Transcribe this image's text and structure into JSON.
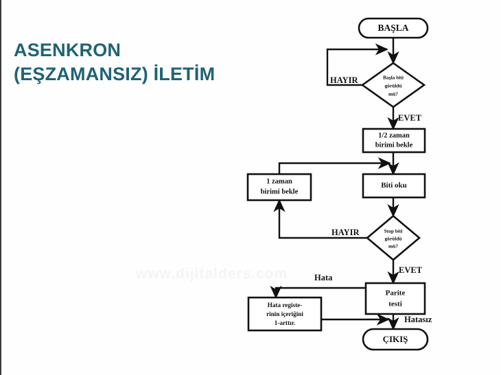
{
  "slide": {
    "title_line1": "ASENKRON",
    "title_line2": "(EŞZAMANSIZ) İLETİM",
    "title_color": "#1f6374",
    "background": "#fefefe",
    "watermark": "www.dijitalders.com"
  },
  "chart_data": {
    "type": "diagram",
    "title": "Asenkron (Eşzamansız) İletim akış şeması",
    "diagram_kind": "flowchart",
    "orientation": "top-to-bottom",
    "nodes": [
      {
        "id": "start",
        "shape": "terminator",
        "label": "BAŞLA"
      },
      {
        "id": "start_bit",
        "shape": "decision",
        "label": "Başla biti görüldü mü?"
      },
      {
        "id": "half_wait",
        "shape": "process",
        "label": "1/2 zaman birimi bekle"
      },
      {
        "id": "read_bit",
        "shape": "process",
        "label": "Biti oku"
      },
      {
        "id": "one_wait",
        "shape": "process",
        "label": "1 zaman birimi bekle"
      },
      {
        "id": "stop_bit",
        "shape": "decision",
        "label": "Stop biti görüldü mü?"
      },
      {
        "id": "parity",
        "shape": "process",
        "label": "Parite testi"
      },
      {
        "id": "err_reg",
        "shape": "process",
        "label": "Hata registerinin içeriğini 1-arttır."
      },
      {
        "id": "exit",
        "shape": "terminator",
        "label": "ÇIKIŞ"
      }
    ],
    "edges": [
      {
        "from": "start",
        "to": "start_bit",
        "label": ""
      },
      {
        "from": "start_bit",
        "to": "start_bit",
        "label": "HAYIR"
      },
      {
        "from": "start_bit",
        "to": "half_wait",
        "label": "EVET"
      },
      {
        "from": "half_wait",
        "to": "read_bit",
        "label": ""
      },
      {
        "from": "read_bit",
        "to": "stop_bit",
        "label": ""
      },
      {
        "from": "stop_bit",
        "to": "one_wait",
        "label": "HAYIR"
      },
      {
        "from": "one_wait",
        "to": "read_bit",
        "label": ""
      },
      {
        "from": "stop_bit",
        "to": "parity",
        "label": "EVET"
      },
      {
        "from": "parity",
        "to": "err_reg",
        "label": "Hata"
      },
      {
        "from": "parity",
        "to": "exit",
        "label": "Hatasız"
      },
      {
        "from": "err_reg",
        "to": "exit",
        "label": ""
      }
    ],
    "node_labels": {
      "start": "BAŞLA",
      "start_bit_l1": "Başla biti",
      "start_bit_l2": "görüldü",
      "start_bit_l3": "mü?",
      "half_wait_l1": "1/2 zaman",
      "half_wait_l2": "birimi bekle",
      "read_bit": "Biti oku",
      "one_wait_l1": "1 zaman",
      "one_wait_l2": "birimi bekle",
      "stop_bit_l1": "Stop biti",
      "stop_bit_l2": "görüldü",
      "stop_bit_l3": "mü?",
      "parity_l1": "Parite",
      "parity_l2": "testi",
      "err_reg_l1": "Hata registe-",
      "err_reg_l2": "rinin içeriğini",
      "err_reg_l3": "1-arttır.",
      "exit": "ÇIKIŞ"
    },
    "edge_labels": {
      "hayir_start": "HAYIR",
      "evet_start": "EVET",
      "hayir_stop": "HAYIR",
      "evet_stop": "EVET",
      "hata": "Hata",
      "hatasiz": "Hatasız"
    }
  }
}
